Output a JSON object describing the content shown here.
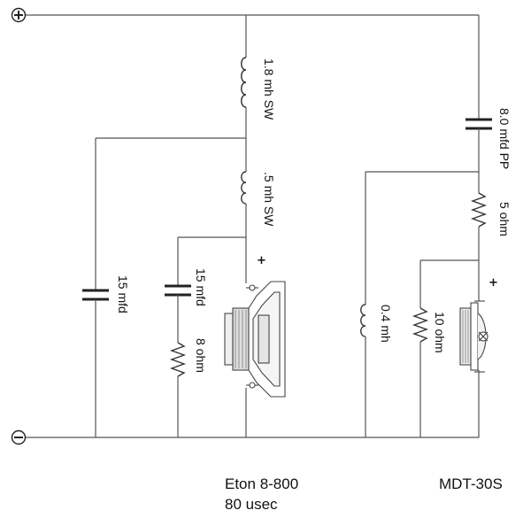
{
  "terminals": {
    "positive": "+",
    "negative": "−"
  },
  "woofer": {
    "inductor1": "1.8 mh SW",
    "inductor2": ".5 mh SW",
    "cap1": "15 mfd",
    "cap2": "15 mfd",
    "resistor": "8 ohm",
    "polarity": "+",
    "model": "Eton 8-800",
    "note": "80 usec"
  },
  "tweeter": {
    "cap": "8.0 mfd PP",
    "resistor1": "5 ohm",
    "inductor": "0.4 mh",
    "resistor2": "10 ohm",
    "polarity": "+",
    "model": "MDT-30S"
  }
}
